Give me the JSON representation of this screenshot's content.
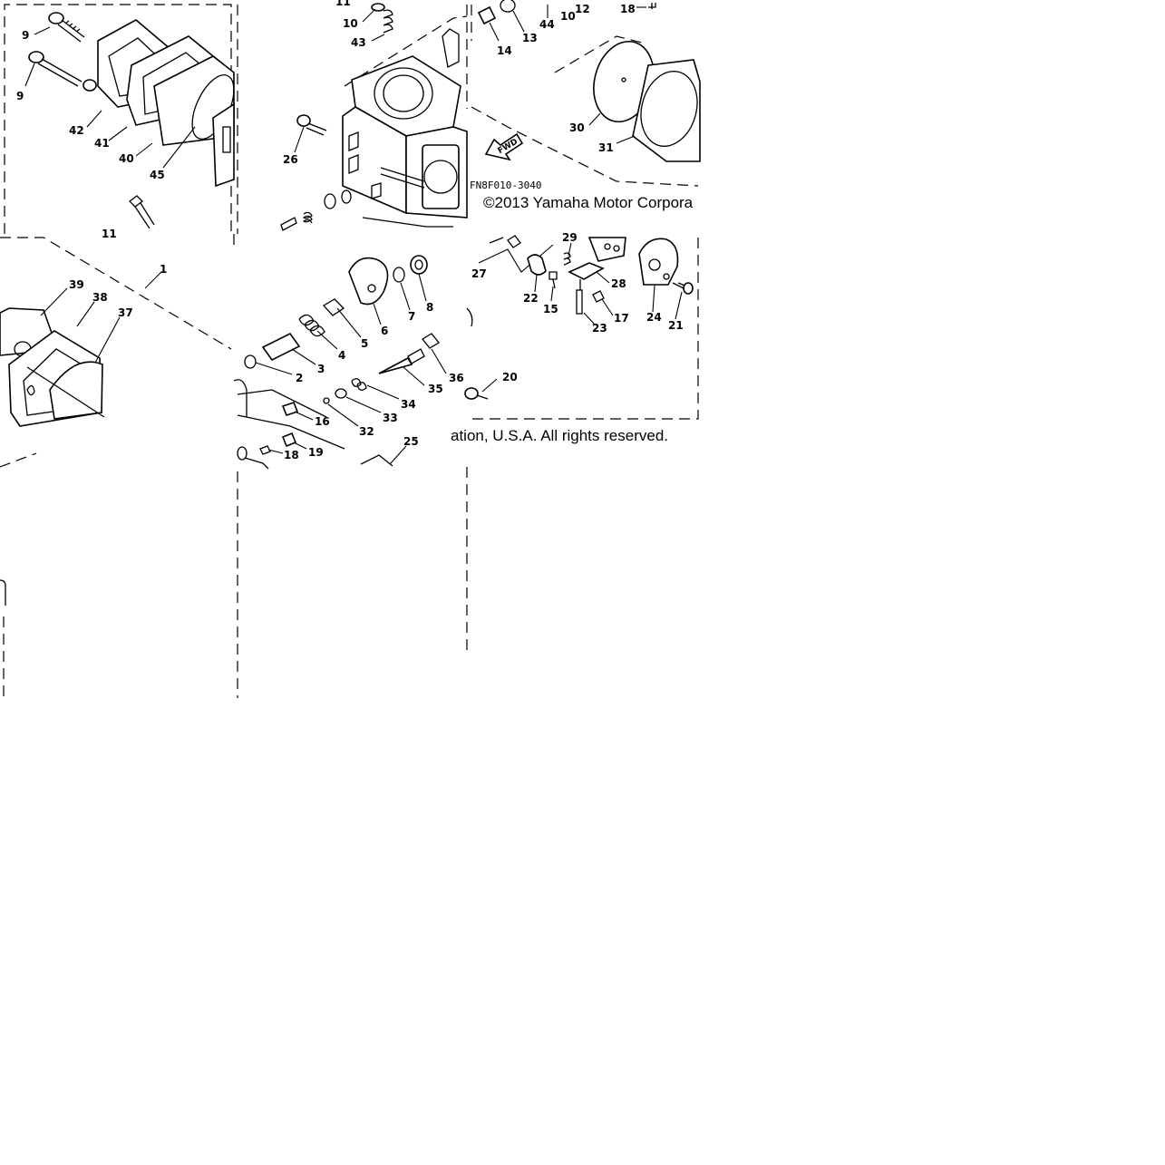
{
  "diagram": {
    "drawing_code": "FN8F010-3040",
    "fwd_label": "FWD",
    "copyright_top": "©2013 Yamaha Motor Corpora",
    "copyright_bottom": "ation, U.S.A. All rights reserved.",
    "callouts": {
      "c9a": "9",
      "c9b": "9",
      "c42": "42",
      "c41": "41",
      "c40": "40",
      "c45": "45",
      "c11a": "11",
      "c11b": "11",
      "c10a": "10",
      "c43": "43",
      "c26": "26",
      "c14": "14",
      "c13": "13",
      "c44": "44",
      "c10b": "10",
      "c12": "12",
      "c18a": "18",
      "c30": "30",
      "c31": "31",
      "c39": "39",
      "c38": "38",
      "c37": "37",
      "c1": "1",
      "c8": "8",
      "c7": "7",
      "c6": "6",
      "c5": "5",
      "c4": "4",
      "c3": "3",
      "c2": "2",
      "c36": "36",
      "c35": "35",
      "c34": "34",
      "c33": "33",
      "c32": "32",
      "c16": "16",
      "c19": "19",
      "c18b": "18",
      "c25": "25",
      "c20": "20",
      "c29": "29",
      "c27": "27",
      "c22": "22",
      "c15": "15",
      "c28": "28",
      "c17": "17",
      "c23": "23",
      "c24": "24",
      "c21": "21"
    }
  }
}
